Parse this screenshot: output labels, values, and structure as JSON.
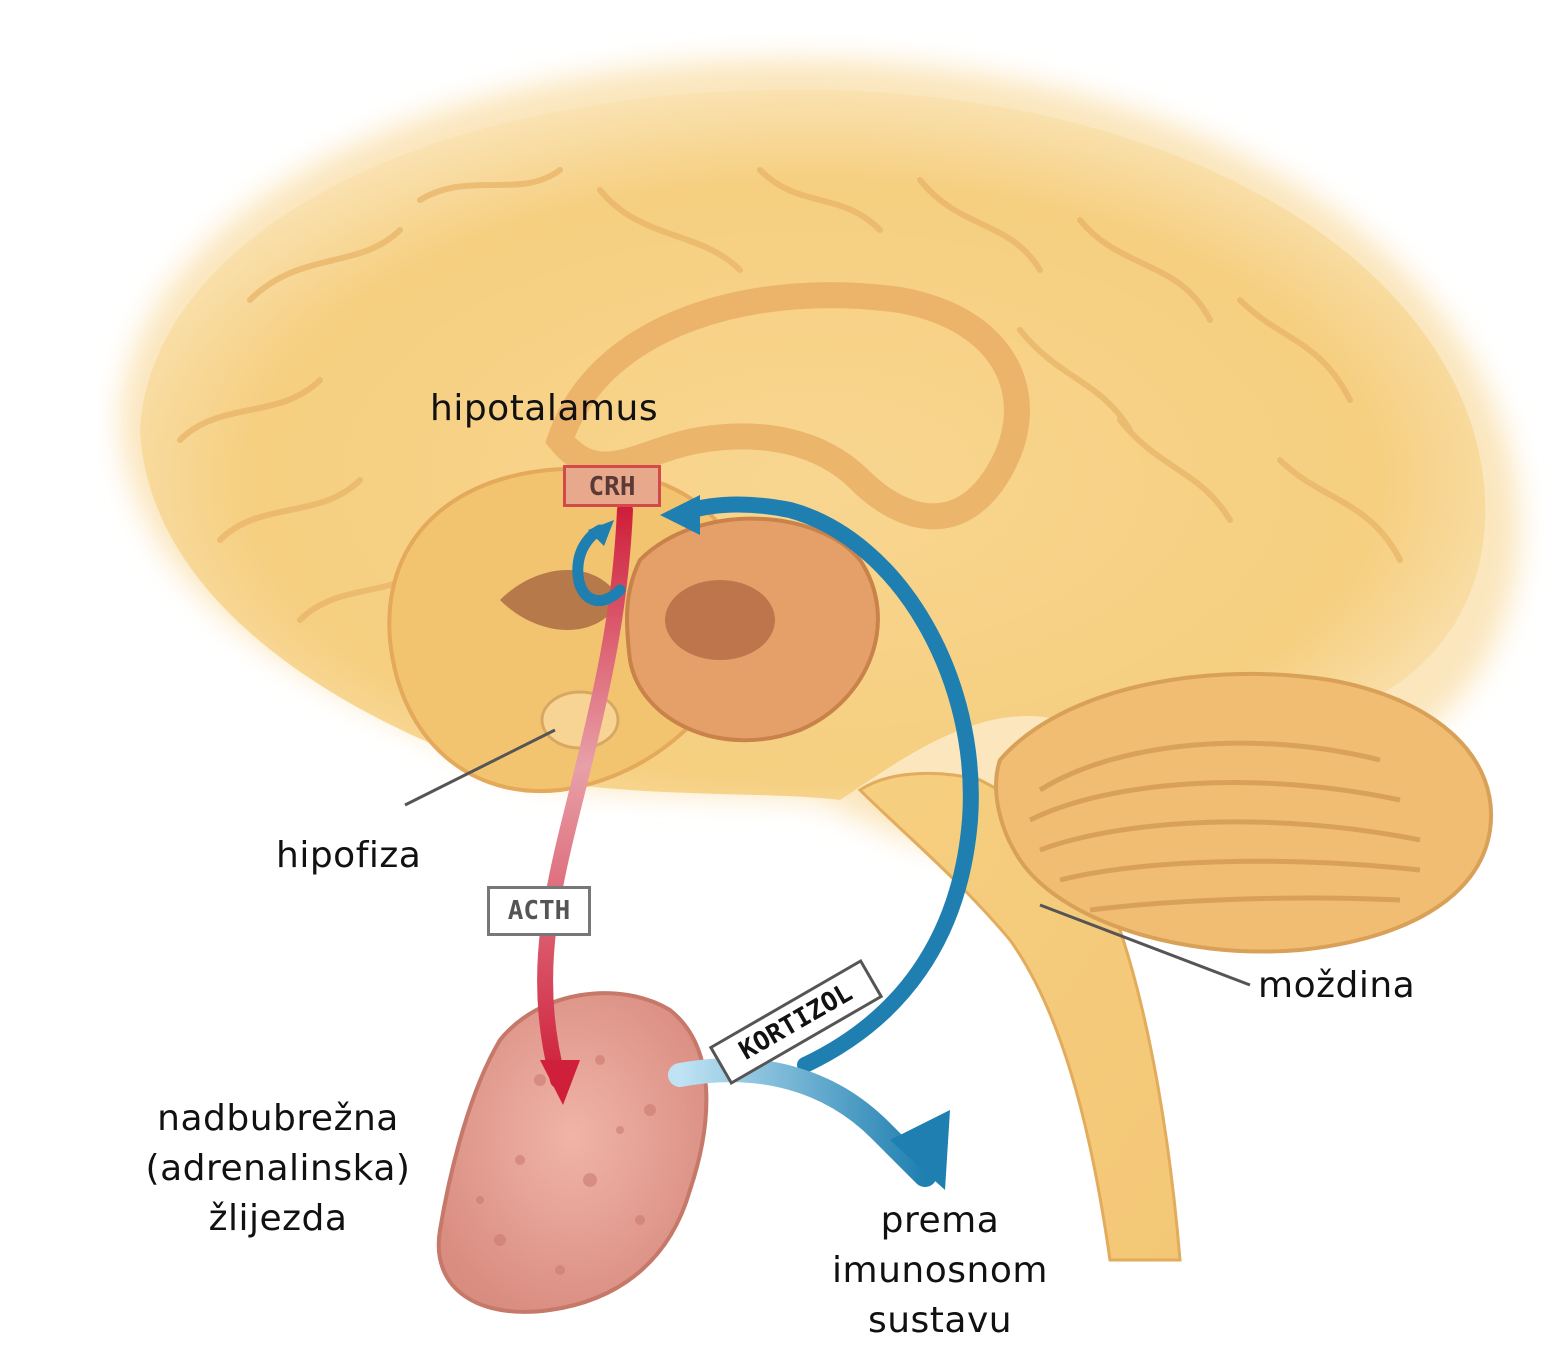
{
  "labels": {
    "hypothalamus": "hipotalamus",
    "pituitary": "hipofiza",
    "brainstem": "moždina",
    "adrenal_line1": "nadbubrežna",
    "adrenal_line2": "(adrenalinska)",
    "adrenal_line3": "žlijezda",
    "immune_line1": "prema",
    "immune_line2": "imunosnom",
    "immune_line3": "sustavu"
  },
  "hormones": {
    "crh": "CRH",
    "acth": "ACTH",
    "cortisol": "KORTIZOL"
  },
  "colors": {
    "brain": "#f6cf80",
    "brain_shadow": "#e3a75a",
    "gland": "#e6a397",
    "red_arrow": "#cf1f3a",
    "blue_arrow": "#1f7fb0",
    "label_text": "#111111"
  }
}
